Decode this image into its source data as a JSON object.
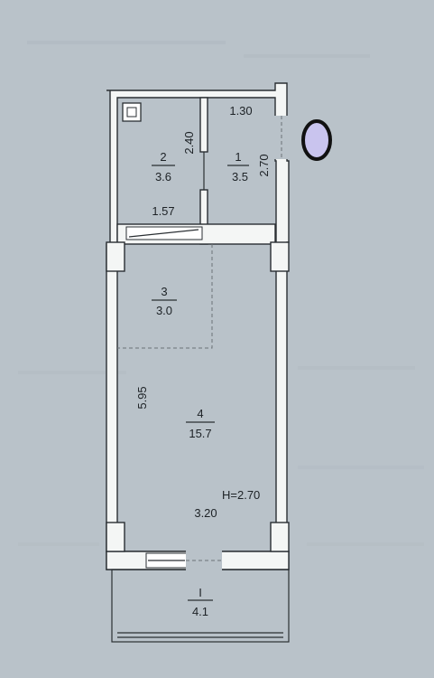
{
  "rooms": {
    "r1": {
      "number": "1",
      "area": "3.5"
    },
    "r2": {
      "number": "2",
      "area": "3.6"
    },
    "r3": {
      "number": "3",
      "area": "3.0"
    },
    "r4": {
      "number": "4",
      "area": "15.7"
    },
    "balcony": {
      "number": "I",
      "area": "4.1"
    }
  },
  "dimensions": {
    "d_130": "1.30",
    "d_240": "2.40",
    "d_270": "2.70",
    "d_157": "1.57",
    "d_595": "5.95",
    "d_320": "3.20",
    "ceiling": "H=2.70"
  },
  "colors": {
    "background": "#b9c2c9",
    "wall": "#f4f6f5",
    "line": "#2a2f33",
    "marker": "#c9c4ee"
  },
  "icons": {
    "marker": "ellipse-marker-icon",
    "sink": "sink-icon"
  }
}
